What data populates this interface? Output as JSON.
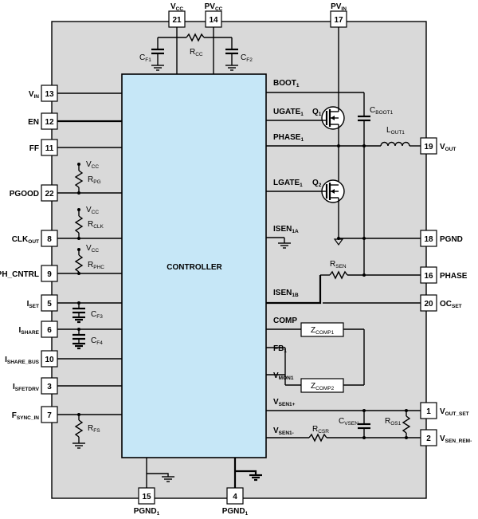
{
  "controller_label": "CONTROLLER",
  "pins": {
    "vcc": {
      "num": "21",
      "base": "V",
      "sub": "CC"
    },
    "pvcc": {
      "num": "14",
      "base": "PV",
      "sub": "CC"
    },
    "pvin": {
      "num": "17",
      "base": "PV",
      "sub": "IN"
    },
    "vin": {
      "num": "13",
      "base": "V",
      "sub": "IN"
    },
    "en": {
      "num": "12",
      "base": "EN",
      "sub": ""
    },
    "ff": {
      "num": "11",
      "base": "FF",
      "sub": ""
    },
    "pgood": {
      "num": "22",
      "base": "PGOOD",
      "sub": ""
    },
    "clkout": {
      "num": "8",
      "base": "CLK",
      "sub": "OUT"
    },
    "phcntrl": {
      "num": "9",
      "base": "PH_CNTRL",
      "sub": ""
    },
    "iset": {
      "num": "5",
      "base": "I",
      "sub": "SET"
    },
    "ishare": {
      "num": "6",
      "base": "I",
      "sub": "SHARE"
    },
    "isharebus": {
      "num": "10",
      "base": "I",
      "sub": "SHARE_BUS"
    },
    "isfetdrv": {
      "num": "3",
      "base": "I",
      "sub": "SFETDRV"
    },
    "fsyncin": {
      "num": "7",
      "base": "F",
      "sub": "SYNC_IN"
    },
    "vout": {
      "num": "19",
      "base": "V",
      "sub": "OUT"
    },
    "pgnd": {
      "num": "18",
      "base": "PGND",
      "sub": ""
    },
    "phase": {
      "num": "16",
      "base": "PHASE",
      "sub": ""
    },
    "ocset": {
      "num": "20",
      "base": "OC",
      "sub": "SET"
    },
    "voutset": {
      "num": "1",
      "base": "V",
      "sub": "OUT_SET"
    },
    "vsenrem": {
      "num": "2",
      "base": "V",
      "sub": "SEN_REM-"
    },
    "pgnd15": {
      "num": "15",
      "base": "PGND",
      "sub": "1"
    },
    "pgnd4": {
      "num": "4",
      "base": "PGND",
      "sub": "1"
    }
  },
  "signals": {
    "boot": {
      "base": "BOOT",
      "sub": "1"
    },
    "ugate": {
      "base": "UGATE",
      "sub": "1"
    },
    "phase1": {
      "base": "PHASE",
      "sub": "1"
    },
    "lgate": {
      "base": "LGATE",
      "sub": "1"
    },
    "isena": {
      "base": "ISEN",
      "sub": "1A"
    },
    "isenb": {
      "base": "ISEN",
      "sub": "1B"
    },
    "comp": {
      "base": "COMP",
      "sub": ""
    },
    "fb": {
      "base": "FB",
      "sub": "1"
    },
    "vmon": {
      "base": "V",
      "sub": "MON1"
    },
    "vsenp": {
      "base": "V",
      "sub": "SEN1+"
    },
    "vsenm": {
      "base": "V",
      "sub": "SEN1-"
    }
  },
  "components": {
    "cf1": {
      "base": "C",
      "sub": "F1"
    },
    "rcc": {
      "base": "R",
      "sub": "CC"
    },
    "cf2": {
      "base": "C",
      "sub": "F2"
    },
    "q1": {
      "base": "Q",
      "sub": "1"
    },
    "q2": {
      "base": "Q",
      "sub": "2"
    },
    "cboot": {
      "base": "C",
      "sub": "BOOT1"
    },
    "lout": {
      "base": "L",
      "sub": "OUT1"
    },
    "rsen": {
      "base": "R",
      "sub": "SEN"
    },
    "zcomp1": {
      "base": "Z",
      "sub": "COMP1"
    },
    "zcomp2": {
      "base": "Z",
      "sub": "COMP2"
    },
    "cvsen": {
      "base": "C",
      "sub": "VSEN"
    },
    "ros1": {
      "base": "R",
      "sub": "OS1"
    },
    "rcsr": {
      "base": "R",
      "sub": "CSR"
    },
    "vcc_pg": {
      "base": "V",
      "sub": "CC"
    },
    "rpg": {
      "base": "R",
      "sub": "PG"
    },
    "vcc_clk": {
      "base": "V",
      "sub": "CC"
    },
    "rclk": {
      "base": "R",
      "sub": "CLK"
    },
    "vcc_phc": {
      "base": "V",
      "sub": "CC"
    },
    "rphc": {
      "base": "R",
      "sub": "PHC"
    },
    "cf3": {
      "base": "C",
      "sub": "F3"
    },
    "cf4": {
      "base": "C",
      "sub": "F4"
    },
    "rfs": {
      "base": "R",
      "sub": "FS"
    }
  },
  "colors": {
    "ic_body": "#d9d9d9",
    "controller_fill": "#c6e7f7",
    "wire": "#000000"
  }
}
